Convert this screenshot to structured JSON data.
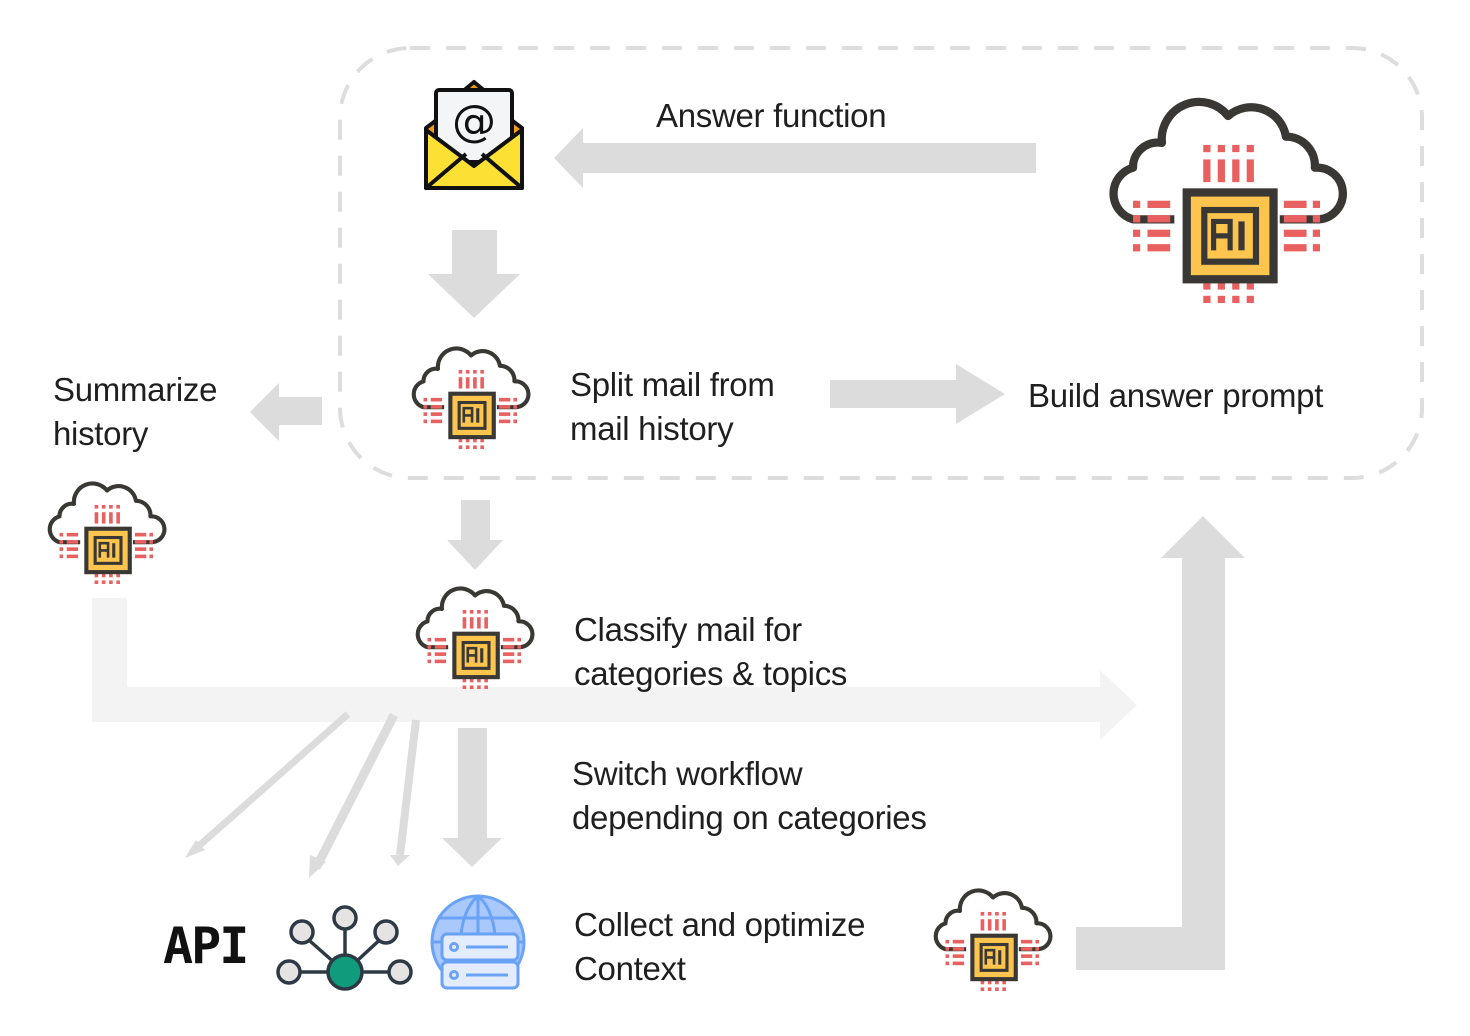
{
  "diagram": {
    "title": "Mail answering AI workflow",
    "labels": {
      "answer_function": "Answer function",
      "split_mail_line1": "Split mail from",
      "split_mail_line2": "mail history",
      "build_answer_prompt": "Build answer prompt",
      "summarize_line1": "Summarize",
      "summarize_line2": "history",
      "classify_line1": "Classify mail for",
      "classify_line2": "categories & topics",
      "switch_line1": "Switch workflow",
      "switch_line2": "depending on categories",
      "collect_line1": "Collect and optimize",
      "collect_line2": "Context",
      "api_text": "API",
      "ai_chip_text": "AI"
    },
    "icons": [
      "email-open-icon",
      "cloud-ai-chip-icon",
      "api-icon",
      "network-hub-icon",
      "globe-server-icon"
    ],
    "colors": {
      "arrow_dark": "#dcdcdc",
      "arrow_light": "#f3f3f3",
      "dashed_border": "#dddddd",
      "chip_yellow": "#fdc54e",
      "chip_dark": "#3a3834",
      "pins_red": "#e86060",
      "mail_yellow": "#fde034",
      "hub_green": "#0e9c7c",
      "server_blue": "#7bacf7"
    }
  }
}
